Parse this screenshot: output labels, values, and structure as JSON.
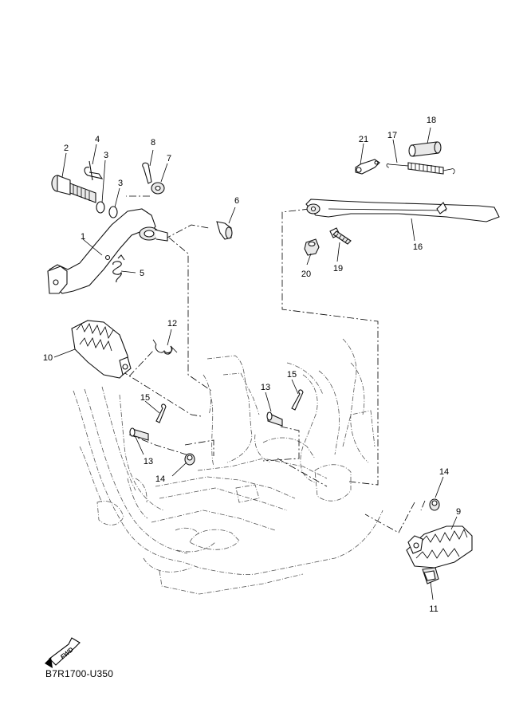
{
  "diagram_code": "B7R1700-U350",
  "fwd_badge": "FWD",
  "callouts": [
    {
      "id": "c1",
      "text": "1"
    },
    {
      "id": "c2",
      "text": "2"
    },
    {
      "id": "c3a",
      "text": "3"
    },
    {
      "id": "c3b",
      "text": "3"
    },
    {
      "id": "c4",
      "text": "4"
    },
    {
      "id": "c5",
      "text": "5"
    },
    {
      "id": "c6",
      "text": "6"
    },
    {
      "id": "c7",
      "text": "7"
    },
    {
      "id": "c8",
      "text": "8"
    },
    {
      "id": "c9",
      "text": "9"
    },
    {
      "id": "c10",
      "text": "10"
    },
    {
      "id": "c11",
      "text": "11"
    },
    {
      "id": "c12",
      "text": "12"
    },
    {
      "id": "c13a",
      "text": "13"
    },
    {
      "id": "c13b",
      "text": "13"
    },
    {
      "id": "c14a",
      "text": "14"
    },
    {
      "id": "c14b",
      "text": "14"
    },
    {
      "id": "c15a",
      "text": "15"
    },
    {
      "id": "c15b",
      "text": "15"
    },
    {
      "id": "c16",
      "text": "16"
    },
    {
      "id": "c17",
      "text": "17"
    },
    {
      "id": "c18",
      "text": "18"
    },
    {
      "id": "c19",
      "text": "19"
    },
    {
      "id": "c20",
      "text": "20"
    },
    {
      "id": "c21",
      "text": "21"
    }
  ]
}
